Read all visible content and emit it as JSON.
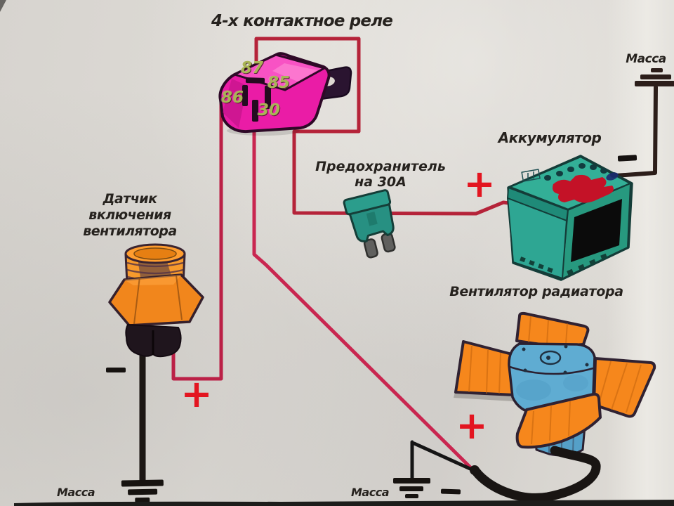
{
  "diagram_title": "4-х контактное реле",
  "relay": {
    "pin_87": "87",
    "pin_85": "85",
    "pin_86": "86",
    "pin_30": "30"
  },
  "labels": {
    "battery": "Аккумулятор",
    "fuse_line1": "Предохранитель",
    "fuse_line2": "на 30А",
    "sensor_line1": "Датчик",
    "sensor_line2": "включения",
    "sensor_line3": "вентилятора",
    "fan": "Вентилятор радиатора",
    "ground_top_right": "Масса",
    "ground_bottom_left": "Масса",
    "ground_bottom_center": "Масса"
  },
  "polarity": {
    "plus": "+",
    "minus": "—"
  },
  "colors": {
    "wire_red": "#c22743",
    "wire_black": "#1e1a18",
    "relay_pink": "#ea1ca6",
    "pin_label_green": "#a9b455",
    "sensor_orange": "#f1861c",
    "battery_teal": "#2aa18c",
    "fuse_teal": "#2b9d8c",
    "fan_blue": "#5facd2",
    "blade_orange": "#f6871c",
    "plus_red": "#e31520",
    "paper": "#d8d5d0"
  }
}
